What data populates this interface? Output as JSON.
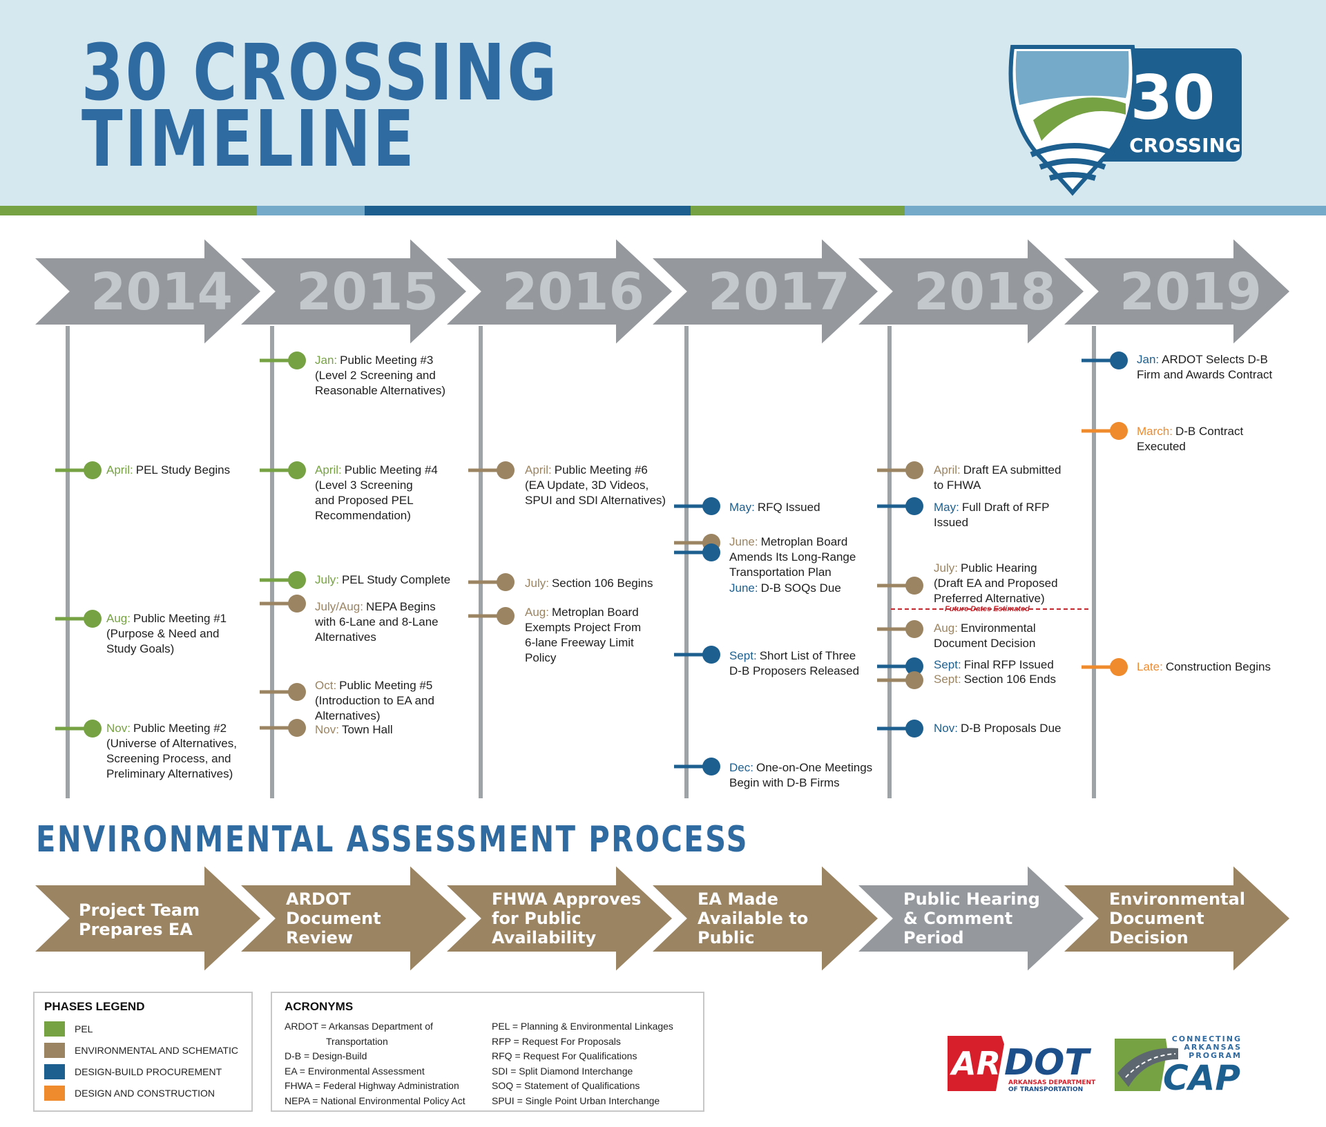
{
  "title": {
    "line1": "30 CROSSING",
    "line2": "TIMELINE"
  },
  "logo": {
    "number": "30",
    "word": "CROSSING"
  },
  "years": [
    "2014",
    "2015",
    "2016",
    "2017",
    "2018",
    "2019"
  ],
  "colors": {
    "pel": "#76a244",
    "env": "#9b8462",
    "dbp": "#1d5f8f",
    "dc": "#ef8b2c",
    "arrow_gray": "#95999d",
    "ea_brown": "#9b8462",
    "title_blue": "#2f6aa1"
  },
  "events": [
    {
      "phase": "pel",
      "month": "April:",
      "lines": [
        "PEL Study Begins"
      ]
    },
    {
      "phase": "pel",
      "month": "Aug:",
      "lines": [
        "Public Meeting #1",
        "(Purpose & Need and",
        "Study Goals)"
      ]
    },
    {
      "phase": "pel",
      "month": "Nov:",
      "lines": [
        "Public Meeting #2",
        "(Universe of Alternatives,",
        "Screening Process, and",
        "Preliminary Alternatives)"
      ]
    },
    {
      "phase": "pel",
      "month": "Jan:",
      "lines": [
        "Public Meeting #3",
        "(Level 2 Screening and",
        "Reasonable Alternatives)"
      ]
    },
    {
      "phase": "pel",
      "month": "April:",
      "lines": [
        "Public Meeting #4",
        "(Level 3 Screening",
        "and Proposed PEL",
        "Recommendation)"
      ]
    },
    {
      "phase": "pel",
      "month": "July:",
      "lines": [
        "PEL Study Complete"
      ]
    },
    {
      "phase": "env",
      "month": "July/Aug:",
      "lines": [
        "NEPA Begins",
        "with 6-Lane and 8-Lane",
        "Alternatives"
      ]
    },
    {
      "phase": "env",
      "month": "Oct:",
      "lines": [
        "Public Meeting #5",
        "(Introduction to EA and",
        "Alternatives)"
      ]
    },
    {
      "phase": "env",
      "month": "Nov:",
      "lines": [
        "Town Hall"
      ]
    },
    {
      "phase": "env",
      "month": "April:",
      "lines": [
        "Public Meeting #6",
        "(EA Update, 3D Videos,",
        "SPUI and SDI Alternatives)"
      ]
    },
    {
      "phase": "env",
      "month": "July:",
      "lines": [
        "Section 106 Begins"
      ]
    },
    {
      "phase": "env",
      "month": "Aug:",
      "lines": [
        "Metroplan Board",
        "Exempts Project From",
        "6-lane Freeway Limit",
        "Policy"
      ]
    },
    {
      "phase": "dbp",
      "month": "May:",
      "lines": [
        "RFQ Issued"
      ]
    },
    {
      "phase": "env",
      "month": "June:",
      "lines": [
        "Metroplan Board",
        "Amends Its Long-Range",
        "Transportation Plan"
      ]
    },
    {
      "phase": "dbp",
      "month": "June:",
      "lines": [
        "D-B SOQs Due"
      ]
    },
    {
      "phase": "dbp",
      "month": "Sept:",
      "lines": [
        "Short List of Three",
        "D-B Proposers Released"
      ]
    },
    {
      "phase": "dbp",
      "month": "Dec:",
      "lines": [
        "One-on-One Meetings",
        "Begin with D-B Firms"
      ]
    },
    {
      "phase": "env",
      "month": "April:",
      "lines": [
        "Draft EA submitted",
        "to FHWA"
      ]
    },
    {
      "phase": "dbp",
      "month": "May:",
      "lines": [
        "Full Draft of RFP",
        "Issued"
      ]
    },
    {
      "phase": "env",
      "month": "July:",
      "lines": [
        "Public Hearing",
        "(Draft EA and Proposed",
        "Preferred Alternative)"
      ]
    },
    {
      "phase": "env",
      "month": "Aug:",
      "lines": [
        "Environmental",
        "Document Decision"
      ]
    },
    {
      "phase": "dbp",
      "month": "Sept:",
      "lines": [
        "Final RFP Issued"
      ]
    },
    {
      "phase": "env",
      "month": "Sept:",
      "lines": [
        "Section 106 Ends"
      ]
    },
    {
      "phase": "dbp",
      "month": "Nov:",
      "lines": [
        "D-B Proposals Due"
      ]
    },
    {
      "phase": "dbp",
      "month": "Jan:",
      "lines": [
        "ARDOT Selects D-B",
        "Firm and Awards Contract"
      ]
    },
    {
      "phase": "dc",
      "month": "March:",
      "lines": [
        "D-B Contract",
        "Executed"
      ]
    },
    {
      "phase": "dc",
      "month": "Late:",
      "lines": [
        "Construction Begins"
      ]
    }
  ],
  "future_note": "Future Dates Estimated",
  "ea_process": {
    "heading": "ENVIRONMENTAL ASSESSMENT PROCESS",
    "steps": [
      [
        "Project Team",
        "Prepares EA"
      ],
      [
        "ARDOT",
        "Document",
        "Review"
      ],
      [
        "FHWA Approves",
        "for Public",
        "Availability"
      ],
      [
        "EA Made",
        "Available to",
        "Public"
      ],
      [
        "Public Hearing",
        "& Comment",
        "Period"
      ],
      [
        "Environmental",
        "Document",
        "Decision"
      ]
    ]
  },
  "legend": {
    "heading": "PHASES LEGEND",
    "items": [
      {
        "label": "PEL",
        "color": "#76a244"
      },
      {
        "label": "ENVIRONMENTAL AND SCHEMATIC",
        "color": "#9b8462"
      },
      {
        "label": "DESIGN-BUILD PROCUREMENT",
        "color": "#1d5f8f"
      },
      {
        "label": "DESIGN AND CONSTRUCTION",
        "color": "#ef8b2c"
      }
    ]
  },
  "acronyms": {
    "heading": "ACRONYMS",
    "left": [
      "ARDOT = Arkansas Department of",
      "Transportation",
      "D-B = Design-Build",
      "EA = Environmental Assessment",
      "FHWA = Federal Highway Administration",
      "NEPA = National Environmental Policy Act"
    ],
    "right": [
      "PEL = Planning & Environmental Linkages",
      "RFP = Request For Proposals",
      "RFQ = Request For Qualifications",
      "SDI = Split Diamond Interchange",
      "SOQ = Statement of Qualifications",
      "SPUI = Single Point Urban Interchange"
    ]
  },
  "ardot_logo": {
    "ar": "AR",
    "dot": "DOT",
    "sub1": "ARKANSAS DEPARTMENT",
    "sub2": "OF TRANSPORTATION"
  },
  "cap_logo": {
    "t1": "CONNECTING",
    "t2": "ARKANSAS",
    "t3": "PROGRAM",
    "cap": "CAP"
  }
}
